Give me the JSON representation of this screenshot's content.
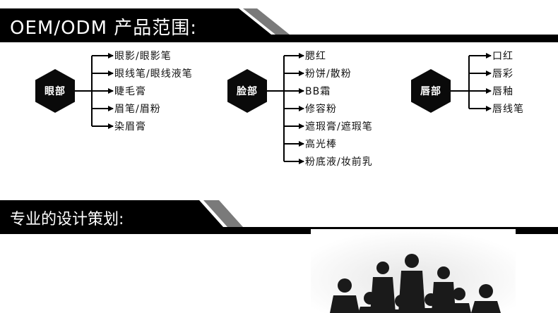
{
  "sections": {
    "oem_title": "OEM/ODM 产品范围:",
    "design_title": "专业的设计策划:"
  },
  "categories": [
    {
      "label": "眼部",
      "items": [
        "眼影/眼影笔",
        "眼线笔/眼线液笔",
        "睫毛膏",
        "眉笔/眉粉",
        "染眉膏"
      ]
    },
    {
      "label": "脸部",
      "items": [
        "腮红",
        "粉饼/散粉",
        "BB霜",
        "修容粉",
        "遮瑕膏/遮瑕笔",
        "高光棒",
        "粉底液/妆前乳"
      ]
    },
    {
      "label": "唇部",
      "items": [
        "口红",
        "唇彩",
        "唇釉",
        "唇线笔"
      ]
    }
  ],
  "colors": {
    "banner": "#000000",
    "accent_gray": "#7a7a7a",
    "text": "#111111"
  },
  "decor": {
    "image": "team-silhouette"
  }
}
